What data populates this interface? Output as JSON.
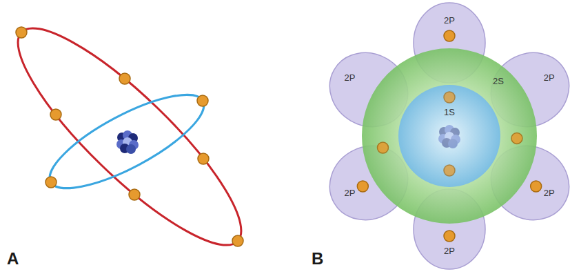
{
  "diagram": {
    "nodes": [
      {
        "text": [
          "2P"
        ]
      },
      {
        "text": [
          "2P"
        ]
      },
      {
        "text": [
          "2S"
        ]
      },
      {
        "text": [
          "2P"
        ]
      },
      {
        "text": [
          "1S"
        ],
        "in": 2
      },
      {
        "text": [
          "2P"
        ]
      },
      {
        "text": [
          "2P"
        ]
      },
      {
        "text": [
          "2P"
        ]
      }
    ],
    "labels": [
      "A",
      "B"
    ]
  }
}
